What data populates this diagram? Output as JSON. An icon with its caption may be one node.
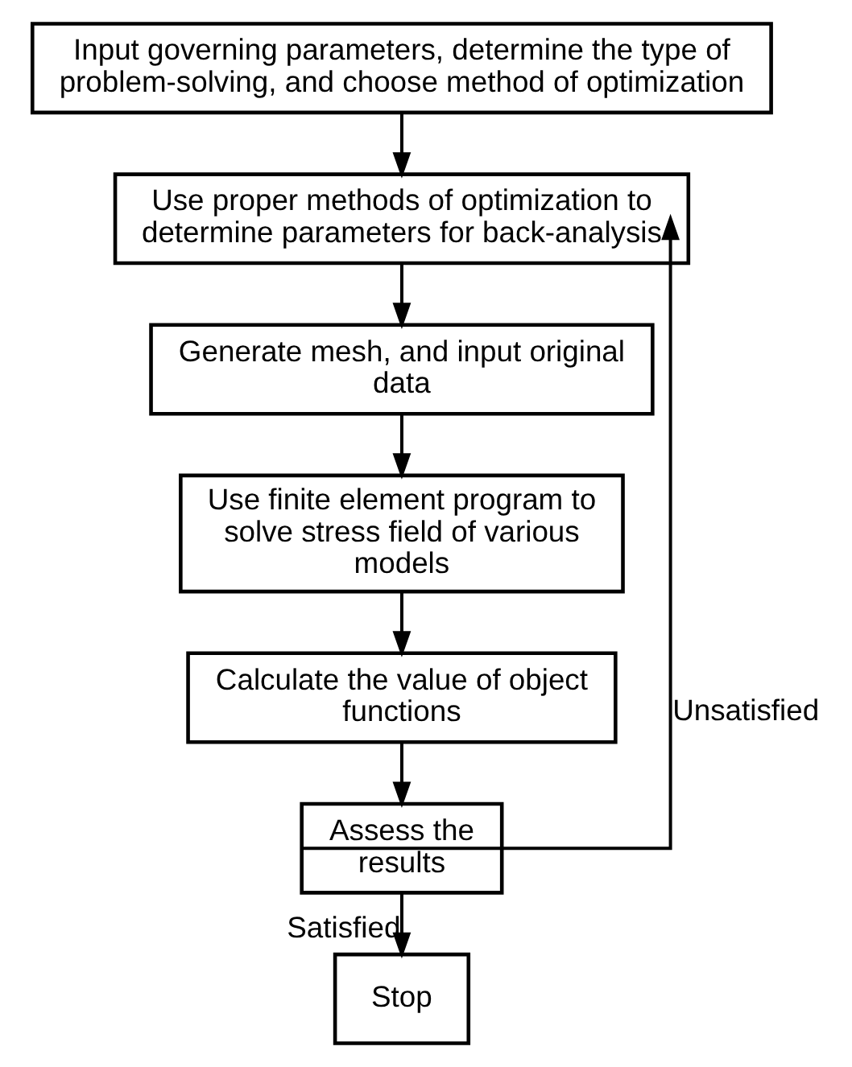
{
  "diagram": {
    "nodes": [
      {
        "text": [
          "Input governing parameters, determine the type of problem-solving, and choose method of optimization"
        ]
      },
      {
        "text": [
          "Use proper methods of optimization to determine parameters for back-analysis"
        ]
      },
      {
        "text": [
          "Generate mesh, and input original data"
        ]
      },
      {
        "text": [
          "Use finite element program to solve stress field of various models"
        ]
      },
      {
        "text": [
          "Calculate the value of object functions"
        ]
      },
      {
        "text": [
          "Assess the results"
        ]
      },
      {
        "text": [
          "Stop"
        ]
      }
    ],
    "edges": [
      {
        "from": 0,
        "to": 1,
        "arrow": "to"
      },
      {
        "from": 1,
        "to": 2,
        "arrow": "to"
      },
      {
        "from": 2,
        "to": 3,
        "arrow": "to"
      },
      {
        "from": 3,
        "to": 4,
        "arrow": "to"
      },
      {
        "from": 4,
        "to": 5,
        "arrow": "to"
      },
      {
        "from": 5,
        "to": 6,
        "arrow": "to",
        "label": "Satisfied"
      },
      {
        "from": 5,
        "to": 1,
        "arrow": "to",
        "label": "Unsatisfied"
      }
    ]
  }
}
